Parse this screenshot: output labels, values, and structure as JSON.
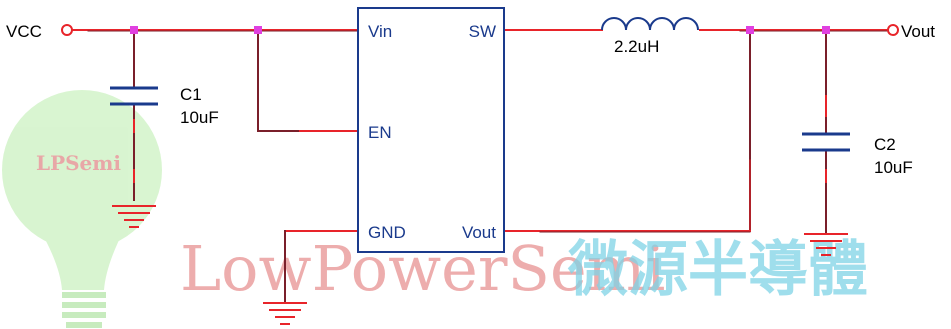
{
  "watermark": {
    "bulb_text": "LPSemi",
    "brand": "LowPowerSemi",
    "chinese": "微源半導體",
    "colors": {
      "cn": "#7fd3e6",
      "en_red": "#e06b6b",
      "en_gray": "#9aa8b4",
      "bulb": "#a6e39a"
    }
  },
  "labels": {
    "vcc": "VCC",
    "vout_node": "Vout",
    "c1_name": "C1",
    "c1_value": "10uF",
    "c2_name": "C2",
    "c2_value": "10uF",
    "inductor_value": "2.2uH"
  },
  "ic_pins": {
    "vin": "Vin",
    "en": "EN",
    "gnd": "GND",
    "sw": "SW",
    "vout": "Vout"
  },
  "colors": {
    "wire": "#e8242a",
    "component": "#1a3a8c",
    "dark_wire": "#7a1f2a",
    "junction": "#e040e0"
  }
}
